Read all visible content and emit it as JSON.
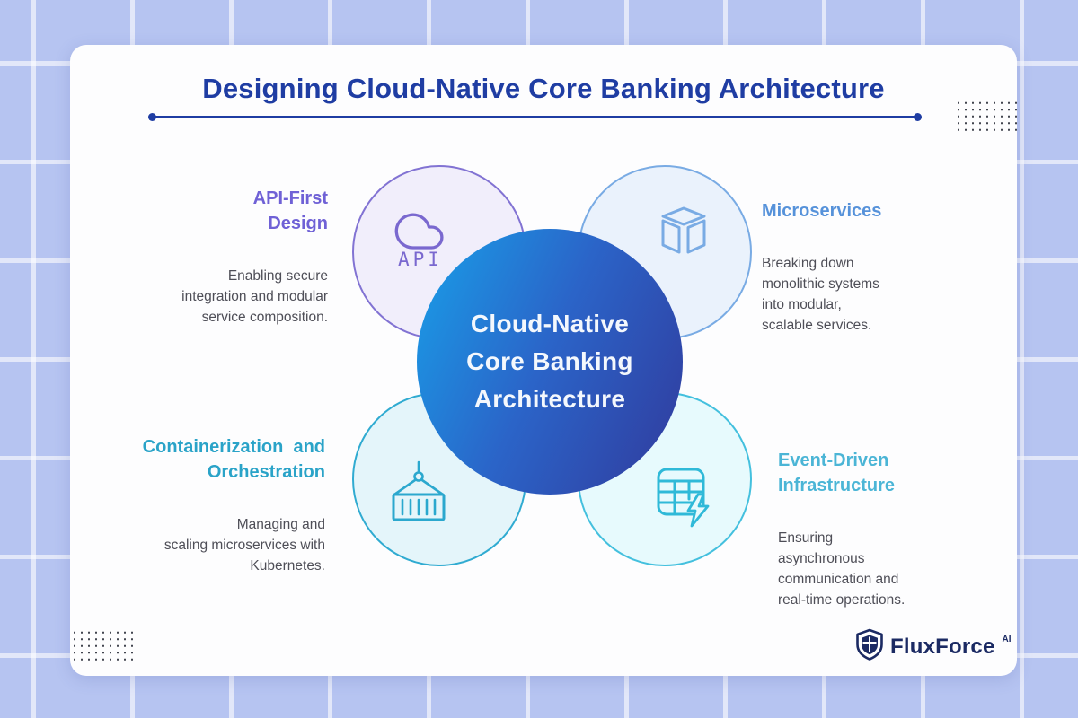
{
  "title": "Designing Cloud-Native Core Banking Architecture",
  "center": {
    "label": "Cloud-Native\nCore Banking\nArchitecture",
    "gradient_start": "#18a0e9",
    "gradient_end": "#313a9c"
  },
  "nodes": [
    {
      "id": "api-first-design",
      "heading": "API-First\nDesign",
      "body": "Enabling secure\nintegration and modular\nservice composition.",
      "icon": "cloud-api-icon",
      "icon_label": "API",
      "accent": "#6f61d6",
      "circle_fill": "#f1eefb",
      "circle_border": "#8273d3"
    },
    {
      "id": "microservices",
      "heading": "Microservices",
      "body": "Breaking down\nmonolithic systems\ninto modular,\nscalable services.",
      "icon": "cube-icon",
      "accent": "#5692da",
      "circle_fill": "#eaf2fc",
      "circle_border": "#79abe4"
    },
    {
      "id": "containerization-and-orchestration",
      "heading": "Containerization  and\nOrchestration",
      "body": "Managing and\nscaling microservices with\nKubernetes.",
      "icon": "container-crane-icon",
      "accent": "#2aa3c8",
      "circle_fill": "#e4f5fa",
      "circle_border": "#30abd1"
    },
    {
      "id": "event-driven-infrastructure",
      "heading": "Event-Driven\nInfrastructure",
      "body": "Ensuring\nasynchronous\ncommunication and\nreal-time operations.",
      "icon": "table-lightning-icon",
      "accent": "#4bb5d6",
      "circle_fill": "#e7fafd",
      "circle_border": "#44c0de"
    }
  ],
  "logo": {
    "name": "FluxForce",
    "superscript": "AI",
    "color": "#1b2a63"
  },
  "colors": {
    "background": "#b6c4f1",
    "card": "#fdfdfe",
    "title": "#1f3da3",
    "body_text": "#4e4e57"
  }
}
